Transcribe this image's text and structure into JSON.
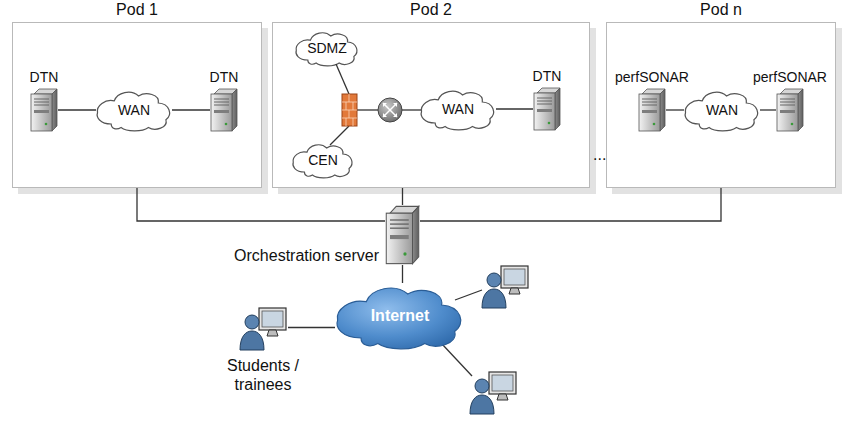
{
  "diagram": {
    "nodes": [
      {
        "text": [
          "Pod 1"
        ]
      },
      {
        "text": [
          "DTN"
        ],
        "in": 0
      },
      {
        "text": [
          "WAN"
        ],
        "in": 0
      },
      {
        "text": [
          "DTN"
        ],
        "in": 0
      },
      {
        "text": [
          "Pod 2"
        ]
      },
      {
        "text": [
          "SDMZ"
        ],
        "in": 4
      },
      {
        "text": [
          "CEN"
        ],
        "in": 4
      },
      {
        "text": [
          "WAN"
        ],
        "in": 4
      },
      {
        "text": [
          "DTN"
        ],
        "in": 4
      },
      {
        "text": [
          "Pod n"
        ]
      },
      {
        "text": [
          "perfSONAR"
        ],
        "in": 9
      },
      {
        "text": [
          "WAN"
        ],
        "in": 9
      },
      {
        "text": [
          "perfSONAR"
        ],
        "in": 9
      },
      {
        "text": [
          "Orchestration server"
        ]
      },
      {
        "text": [
          "Internet"
        ]
      },
      {
        "text": [
          "Students / trainees"
        ]
      }
    ],
    "edges": [
      {
        "from": 1,
        "to": 2,
        "arrow": "none"
      },
      {
        "from": 2,
        "to": 3,
        "arrow": "none"
      },
      {
        "from": 7,
        "to": 8,
        "arrow": "none"
      },
      {
        "from": 10,
        "to": 11,
        "arrow": "none"
      },
      {
        "from": 11,
        "to": 12,
        "arrow": "none"
      },
      {
        "from": 0,
        "to": 13,
        "arrow": "none"
      },
      {
        "from": 4,
        "to": 13,
        "arrow": "none"
      },
      {
        "from": 9,
        "to": 13,
        "arrow": "none"
      },
      {
        "from": 13,
        "to": 14,
        "arrow": "none"
      },
      {
        "from": 14,
        "to": 15,
        "arrow": "none"
      }
    ],
    "labels": [
      "..."
    ]
  }
}
